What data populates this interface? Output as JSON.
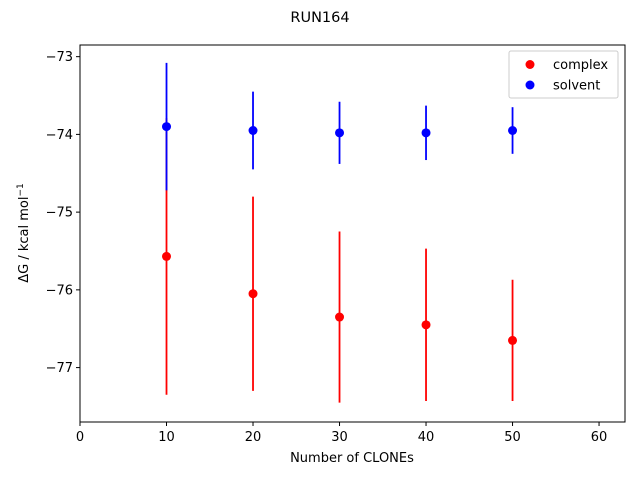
{
  "chart_data": {
    "type": "scatter",
    "title": "RUN164",
    "xlabel": "Number of CLONEs",
    "ylabel_main": "ΔG / kcal mol",
    "ylabel_superscript": "−1",
    "xlim": [
      0,
      63
    ],
    "ylim": [
      -77.7,
      -72.85
    ],
    "xticks": [
      0,
      10,
      20,
      30,
      40,
      50,
      60
    ],
    "xtick_labels": [
      "0",
      "10",
      "20",
      "30",
      "40",
      "50",
      "60"
    ],
    "yticks": [
      -77,
      -76,
      -75,
      -74,
      -73
    ],
    "ytick_labels": [
      "−77",
      "−76",
      "−75",
      "−74",
      "−73"
    ],
    "grid": false,
    "legend_position": "top-right",
    "series": [
      {
        "name": "complex",
        "color": "#ff0000",
        "x": [
          10,
          20,
          30,
          40,
          50
        ],
        "y": [
          -75.57,
          -76.05,
          -76.35,
          -76.45,
          -76.65
        ],
        "yerr": [
          1.78,
          1.25,
          1.1,
          0.98,
          0.78
        ]
      },
      {
        "name": "solvent",
        "color": "#0000ff",
        "x": [
          10,
          20,
          30,
          40,
          50
        ],
        "y": [
          -73.9,
          -73.95,
          -73.98,
          -73.98,
          -73.95
        ],
        "yerr": [
          0.82,
          0.5,
          0.4,
          0.35,
          0.3
        ]
      }
    ]
  }
}
